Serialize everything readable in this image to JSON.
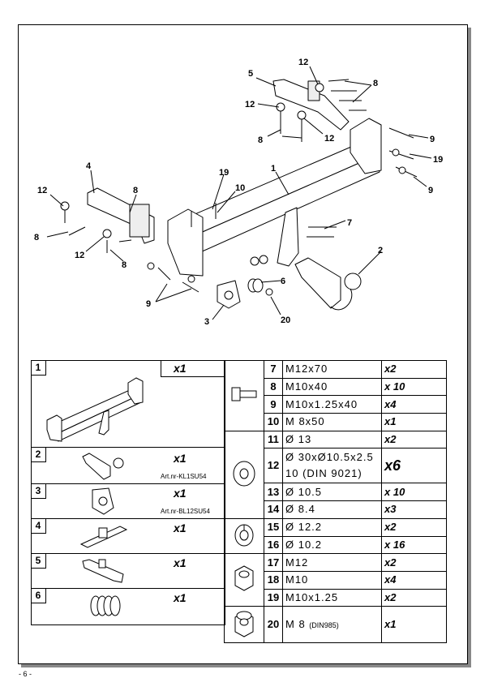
{
  "diagram": {
    "callouts": [
      "12",
      "5",
      "8",
      "12",
      "8",
      "12",
      "9",
      "19",
      "9",
      "1",
      "4",
      "8",
      "12",
      "8",
      "12",
      "8",
      "19",
      "10",
      "7",
      "2",
      "6",
      "9",
      "3",
      "20"
    ]
  },
  "parts_left": [
    {
      "num": "1",
      "qty": "x1",
      "art": ""
    },
    {
      "num": "2",
      "qty": "x1",
      "art": "Art.nr-KL1SU54"
    },
    {
      "num": "3",
      "qty": "x1",
      "art": "Art.nr-BL12SU54"
    },
    {
      "num": "4",
      "qty": "x1",
      "art": ""
    },
    {
      "num": "5",
      "qty": "x1",
      "art": ""
    },
    {
      "num": "6",
      "qty": "x1",
      "art": ""
    }
  ],
  "parts_right": [
    {
      "num": "7",
      "spec": "M12x70",
      "qty": "x2"
    },
    {
      "num": "8",
      "spec": "M10x40",
      "qty": "x 10"
    },
    {
      "num": "9",
      "spec": "M10x1.25x40",
      "qty": "x4"
    },
    {
      "num": "10",
      "spec": "M 8x50",
      "qty": "x1"
    },
    {
      "num": "11",
      "spec": "Ø 13",
      "qty": "x2"
    },
    {
      "num": "12",
      "spec": "Ø 30xØ10.5x2.5",
      "spec2": "10   (DIN  9021)",
      "qty": "x6"
    },
    {
      "num": "13",
      "spec": "Ø 10.5",
      "qty": "x 10"
    },
    {
      "num": "14",
      "spec": "Ø 8.4",
      "qty": "x3"
    },
    {
      "num": "15",
      "spec": "Ø 12.2",
      "qty": "x2"
    },
    {
      "num": "16",
      "spec": "Ø 10.2",
      "qty": "x 16"
    },
    {
      "num": "17",
      "spec": "M12",
      "qty": "x2"
    },
    {
      "num": "18",
      "spec": "M10",
      "qty": "x4"
    },
    {
      "num": "19",
      "spec": "M10x1.25",
      "qty": "x2"
    },
    {
      "num": "20",
      "spec": "M 8",
      "spec_note": "(DIN985)",
      "qty": "x1"
    }
  ],
  "icons": [
    "bolt-icon",
    "washer-icon",
    "spring-washer-icon",
    "nut-icon",
    "lock-nut-icon"
  ],
  "page_number": "- 6 -"
}
